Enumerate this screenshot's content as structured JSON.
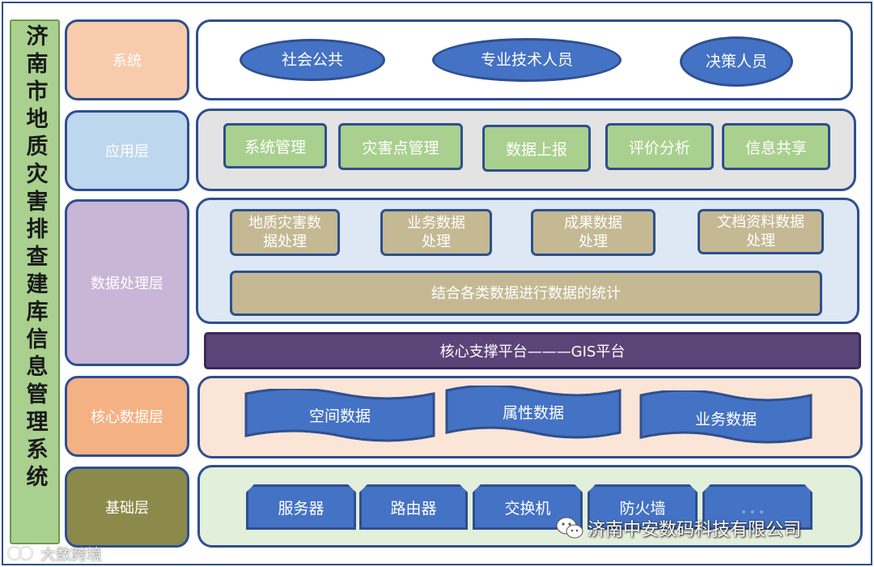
{
  "title": "济南市地质灾害排查建库信息管理系统",
  "layers": {
    "system": "系统",
    "application": "应用层",
    "processing": "数据处理层",
    "core_data": "核心数据层",
    "base": "基础层"
  },
  "users": [
    "社会公共",
    "专业技术人员",
    "决策人员"
  ],
  "apps": [
    "系统管理",
    "灾害点管理",
    "数据上报",
    "评价分析",
    "信息共享"
  ],
  "processing": {
    "items": [
      "地质灾害数据处理",
      "业务数据处理",
      "成果数据处理",
      "文档资料数据处理"
    ],
    "stats": "结合各类数据进行数据的统计"
  },
  "core_platform": "核心支撑平台———GIS平台",
  "core_data": [
    "空间数据",
    "属性数据",
    "业务数据"
  ],
  "base": [
    "服务器",
    "路由器",
    "交换机",
    "防火墙"
  ],
  "base_more": "。。。",
  "company": "济南中安数码科技有限公司",
  "watermark": "大数跨境",
  "colors": {
    "system_layer": "#f8cbad",
    "app_layer": "#bdd7ee",
    "processing_layer": "#c9b5d6",
    "core_layer": "#f4b183",
    "base_layer": "#8b8a4a",
    "blue_shape": "#4472c4",
    "green_box": "#a9d08e",
    "tan_box": "#c4b993",
    "platform_bar": "#5b4478",
    "border": "#2f4f8f"
  },
  "icons": [
    "wechat-icon",
    "watermark-logo-icon"
  ]
}
